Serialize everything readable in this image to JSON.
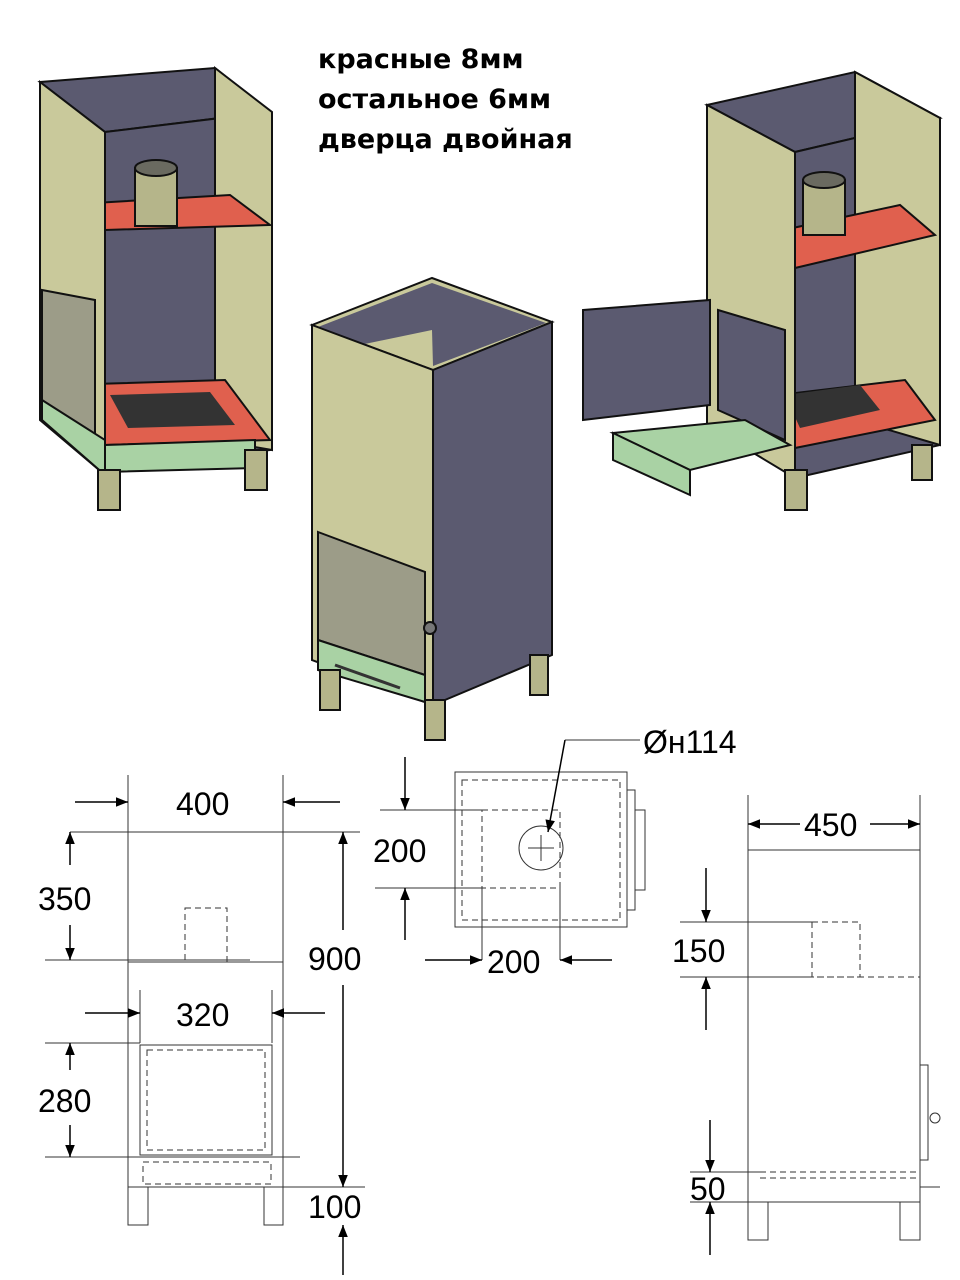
{
  "notes": {
    "line1": "красные 8мм",
    "line2": "остальное 6мм",
    "line3": "дверца двойная"
  },
  "colors": {
    "khaki": "#c9c99b",
    "purple": "#5b5a70",
    "red": "#e0604e",
    "green": "#a9d2a4",
    "door": "#9c9c88"
  },
  "front_view": {
    "width": "400",
    "top_section": "350",
    "total_height": "900",
    "door_width": "320",
    "door_height": "280",
    "legs": "100"
  },
  "top_view": {
    "pipe_diameter": "Øн114",
    "hole_height": "200",
    "hole_width": "200"
  },
  "side_view": {
    "depth": "450",
    "pipe_height": "150",
    "drawer": "50"
  }
}
